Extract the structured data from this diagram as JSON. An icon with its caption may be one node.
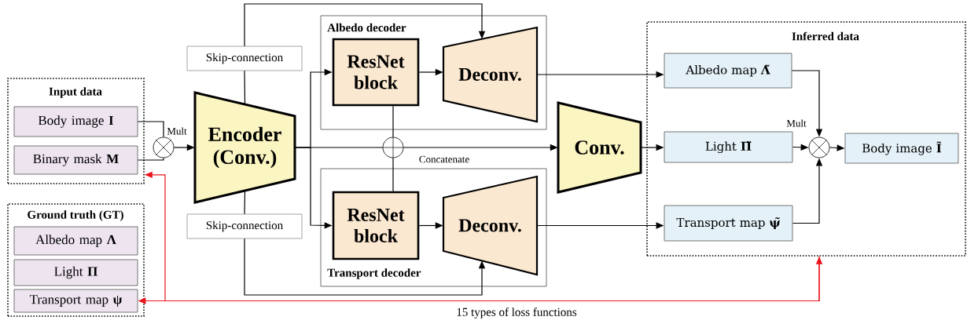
{
  "diagram": {
    "nodes": [
      {
        "text": [
          "Input data"
        ]
      },
      {
        "text": [
          "Body image **I**"
        ],
        "in": 0
      },
      {
        "text": [
          "Binary mask **M**"
        ],
        "in": 0
      },
      {
        "text": [
          "Ground truth (GT)"
        ]
      },
      {
        "text": [
          "Albedo map **Λ**"
        ],
        "in": 3
      },
      {
        "text": [
          "Light **Π**"
        ],
        "in": 3
      },
      {
        "text": [
          "Transport map **ψ**"
        ],
        "in": 3
      },
      {
        "text": [],
        "shape": "circle",
        "beside": [
          "Mult"
        ]
      },
      {
        "text": [
          "Encoder (Conv.)"
        ]
      },
      {
        "text": [
          "Skip-connection"
        ]
      },
      {
        "text": [
          "Skip-connection"
        ]
      },
      {
        "text": [
          "Albedo decoder"
        ]
      },
      {
        "text": [
          "ResNet block"
        ],
        "in": 11
      },
      {
        "text": [
          "Deconv."
        ],
        "in": 11
      },
      {
        "text": [],
        "shape": "circle",
        "beside": [
          "Concatenate"
        ]
      },
      {
        "text": [
          "Transport decoder"
        ]
      },
      {
        "text": [
          "ResNet block"
        ],
        "in": 15
      },
      {
        "text": [
          "Deconv."
        ],
        "in": 15
      },
      {
        "text": [
          "Conv."
        ]
      },
      {
        "text": [
          "Inferred data"
        ]
      },
      {
        "text": [
          "Albedo map **Λ̃**"
        ],
        "in": 19
      },
      {
        "text": [
          "Light **Π̃**"
        ],
        "in": 19
      },
      {
        "text": [
          "Transport map **ψ̃**"
        ],
        "in": 19
      },
      {
        "text": [],
        "shape": "circle",
        "beside": [
          "Mult"
        ],
        "in": 19
      },
      {
        "text": [
          "Body image **Ĩ**"
        ],
        "in": 19
      }
    ],
    "edges": [
      {
        "from": 1,
        "to": 7,
        "arrow": "none"
      },
      {
        "from": 2,
        "to": 7,
        "arrow": "none"
      },
      {
        "from": 7,
        "to": 8,
        "arrow": "to"
      },
      {
        "from": 8,
        "to": 9,
        "arrow": "none"
      },
      {
        "from": 9,
        "to": 13,
        "arrow": "to"
      },
      {
        "from": 8,
        "to": 10,
        "arrow": "none"
      },
      {
        "from": 10,
        "to": 17,
        "arrow": "to"
      },
      {
        "from": 8,
        "to": 12,
        "arrow": "to"
      },
      {
        "from": 8,
        "to": 16,
        "arrow": "to"
      },
      {
        "from": 8,
        "to": 14,
        "arrow": "none"
      },
      {
        "from": 14,
        "to": 18,
        "arrow": "to"
      },
      {
        "from": 12,
        "to": 14,
        "arrow": "none"
      },
      {
        "from": 16,
        "to": 14,
        "arrow": "none"
      },
      {
        "from": 12,
        "to": 13,
        "arrow": "to"
      },
      {
        "from": 16,
        "to": 17,
        "arrow": "to"
      },
      {
        "from": 13,
        "to": 20,
        "arrow": "to"
      },
      {
        "from": 18,
        "to": 21,
        "arrow": "to"
      },
      {
        "from": 17,
        "to": 22,
        "arrow": "to"
      },
      {
        "from": 20,
        "to": 23,
        "arrow": "to"
      },
      {
        "from": 21,
        "to": 23,
        "arrow": "to"
      },
      {
        "from": 22,
        "to": 23,
        "arrow": "to"
      },
      {
        "from": 23,
        "to": 24,
        "arrow": "to"
      },
      {
        "from": 19,
        "to": 6,
        "arrow": "both",
        "color": "#e8141b",
        "label": "15 types of loss functions"
      },
      {
        "from": 19,
        "to": 0,
        "arrow": "to",
        "color": "#e8141b"
      }
    ]
  }
}
